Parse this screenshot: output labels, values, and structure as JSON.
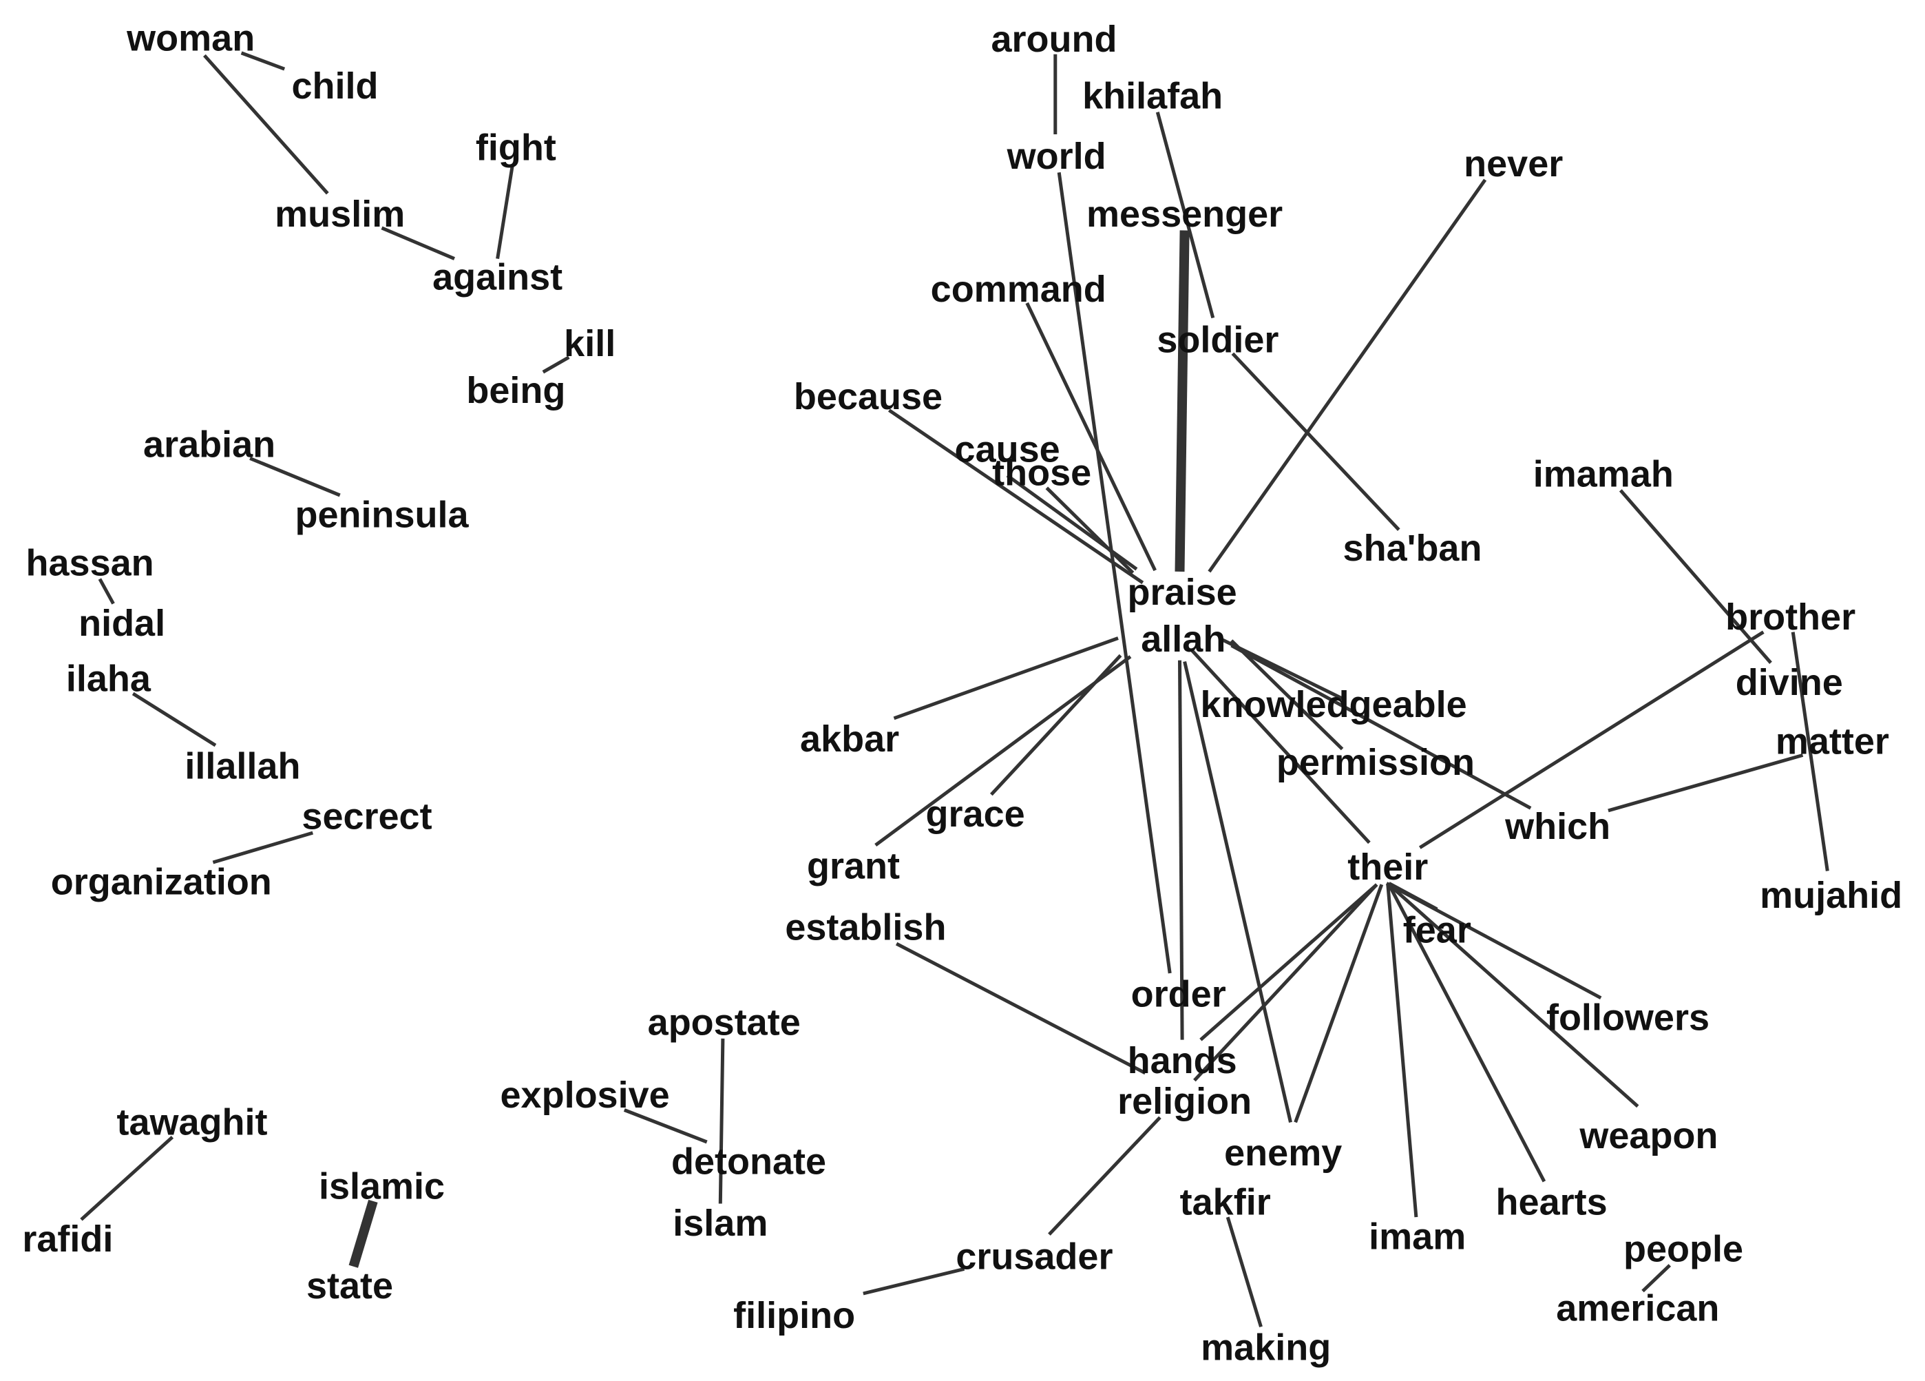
{
  "diagram": {
    "type": "word co-occurrence network",
    "edge_color": "#333333",
    "text_color": "#111111",
    "background": "#ffffff",
    "words": [
      "woman",
      "child",
      "fight",
      "muslim",
      "against",
      "kill",
      "being",
      "arabian",
      "peninsula",
      "hassan",
      "nidal",
      "ilaha",
      "illallah",
      "secrect",
      "organization",
      "tawaghit",
      "rafidi",
      "islamic",
      "state",
      "apostate",
      "explosive",
      "detonate",
      "islam",
      "around",
      "khilafah",
      "world",
      "messenger",
      "never",
      "command",
      "soldier",
      "because",
      "cause",
      "those",
      "sha'ban",
      "imamah",
      "praise",
      "allah",
      "brother",
      "divine",
      "knowledgeable",
      "akbar",
      "permission",
      "matter",
      "grace",
      "which",
      "grant",
      "their",
      "mujahid",
      "establish",
      "fear",
      "order",
      "followers",
      "hands",
      "religion",
      "enemy",
      "weapon",
      "takfir",
      "hearts",
      "imam",
      "people",
      "crusader",
      "american",
      "filipino",
      "making"
    ],
    "edges": [
      {
        "source": "woman",
        "target": "child",
        "weight": 1
      },
      {
        "source": "woman",
        "target": "muslim",
        "weight": 1
      },
      {
        "source": "muslim",
        "target": "against",
        "weight": 1
      },
      {
        "source": "fight",
        "target": "against",
        "weight": 1
      },
      {
        "source": "kill",
        "target": "being",
        "weight": 1
      },
      {
        "source": "arabian",
        "target": "peninsula",
        "weight": 1
      },
      {
        "source": "hassan",
        "target": "nidal",
        "weight": 1
      },
      {
        "source": "ilaha",
        "target": "illallah",
        "weight": 1
      },
      {
        "source": "secrect",
        "target": "organization",
        "weight": 1
      },
      {
        "source": "tawaghit",
        "target": "rafidi",
        "weight": 1
      },
      {
        "source": "islamic",
        "target": "state",
        "weight": 4
      },
      {
        "source": "apostate",
        "target": "islam",
        "weight": 1
      },
      {
        "source": "explosive",
        "target": "detonate",
        "weight": 1
      },
      {
        "source": "around",
        "target": "world",
        "weight": 1
      },
      {
        "source": "world",
        "target": "order",
        "weight": 1
      },
      {
        "source": "khilafah",
        "target": "soldier",
        "weight": 1
      },
      {
        "source": "messenger",
        "target": "praise",
        "weight": 4
      },
      {
        "source": "never",
        "target": "praise",
        "weight": 1
      },
      {
        "source": "command",
        "target": "allah",
        "weight": 1
      },
      {
        "source": "soldier",
        "target": "sha'ban",
        "weight": 1
      },
      {
        "source": "because",
        "target": "allah",
        "weight": 1
      },
      {
        "source": "cause",
        "target": "allah",
        "weight": 1
      },
      {
        "source": "those",
        "target": "allah",
        "weight": 1
      },
      {
        "source": "imamah",
        "target": "divine",
        "weight": 1
      },
      {
        "source": "brother",
        "target": "mujahid",
        "weight": 1
      },
      {
        "source": "brother",
        "target": "their",
        "weight": 1
      },
      {
        "source": "matter",
        "target": "which",
        "weight": 1
      },
      {
        "source": "allah",
        "target": "akbar",
        "weight": 1
      },
      {
        "source": "allah",
        "target": "grace",
        "weight": 1
      },
      {
        "source": "allah",
        "target": "grant",
        "weight": 1
      },
      {
        "source": "allah",
        "target": "knowledgeable",
        "weight": 1
      },
      {
        "source": "allah",
        "target": "permission",
        "weight": 1
      },
      {
        "source": "allah",
        "target": "which",
        "weight": 1
      },
      {
        "source": "allah",
        "target": "their",
        "weight": 1
      },
      {
        "source": "allah",
        "target": "hands",
        "weight": 1
      },
      {
        "source": "allah",
        "target": "enemy",
        "weight": 1
      },
      {
        "source": "their",
        "target": "fear",
        "weight": 1
      },
      {
        "source": "their",
        "target": "followers",
        "weight": 1
      },
      {
        "source": "their",
        "target": "weapon",
        "weight": 1
      },
      {
        "source": "their",
        "target": "hearts",
        "weight": 1
      },
      {
        "source": "their",
        "target": "imam",
        "weight": 1
      },
      {
        "source": "their",
        "target": "enemy",
        "weight": 1
      },
      {
        "source": "their",
        "target": "hands",
        "weight": 1
      },
      {
        "source": "their",
        "target": "religion",
        "weight": 1
      },
      {
        "source": "establish",
        "target": "religion",
        "weight": 1
      },
      {
        "source": "religion",
        "target": "crusader",
        "weight": 1
      },
      {
        "source": "crusader",
        "target": "filipino",
        "weight": 1
      },
      {
        "source": "takfir",
        "target": "making",
        "weight": 1
      },
      {
        "source": "people",
        "target": "american",
        "weight": 1
      }
    ]
  }
}
